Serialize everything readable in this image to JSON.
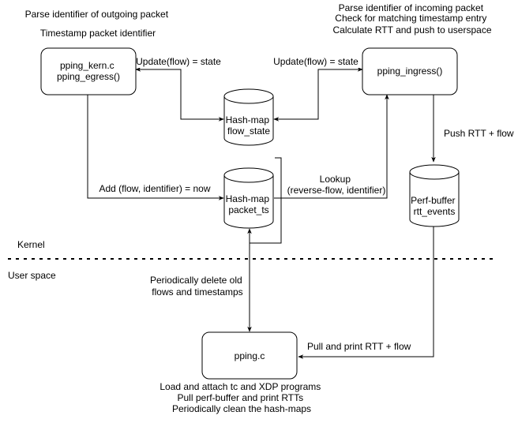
{
  "nodes": {
    "kern": {
      "lines": [
        "pping_kern.c",
        "pping_egress()"
      ]
    },
    "ingress": {
      "lines": [
        "pping_ingress()"
      ]
    },
    "flow_state": {
      "lines": [
        "Hash-map",
        "flow_state"
      ]
    },
    "packet_ts": {
      "lines": [
        "Hash-map",
        "packet_ts"
      ]
    },
    "perf": {
      "lines": [
        "Perf-buffer",
        "rtt_events"
      ]
    },
    "pping": {
      "lines": [
        "pping.c"
      ]
    }
  },
  "notes": {
    "egress": [
      "Parse identifier of outgoing packet",
      "Timestamp packet identifier"
    ],
    "ingress": [
      "Parse identifier of incoming packet",
      "Check for matching timestamp entry",
      "Calculate RTT and push to userspace"
    ],
    "pping": [
      "Load and attach tc and XDP programs",
      "Pull perf-buffer and print RTTs",
      "Periodically clean the hash-maps"
    ]
  },
  "edges": {
    "update_left": "Update(flow) = state",
    "update_right": "Update(flow) = state",
    "add": "Add (flow, identifier) = now",
    "lookup": [
      "Lookup",
      "(reverse-flow, identifier)"
    ],
    "push": "Push RTT + flow",
    "pull": "Pull and print RTT + flow",
    "delete": [
      "Periodically delete old",
      "flows and timestamps"
    ]
  },
  "regions": {
    "kernel": "Kernel",
    "user": "User space"
  }
}
